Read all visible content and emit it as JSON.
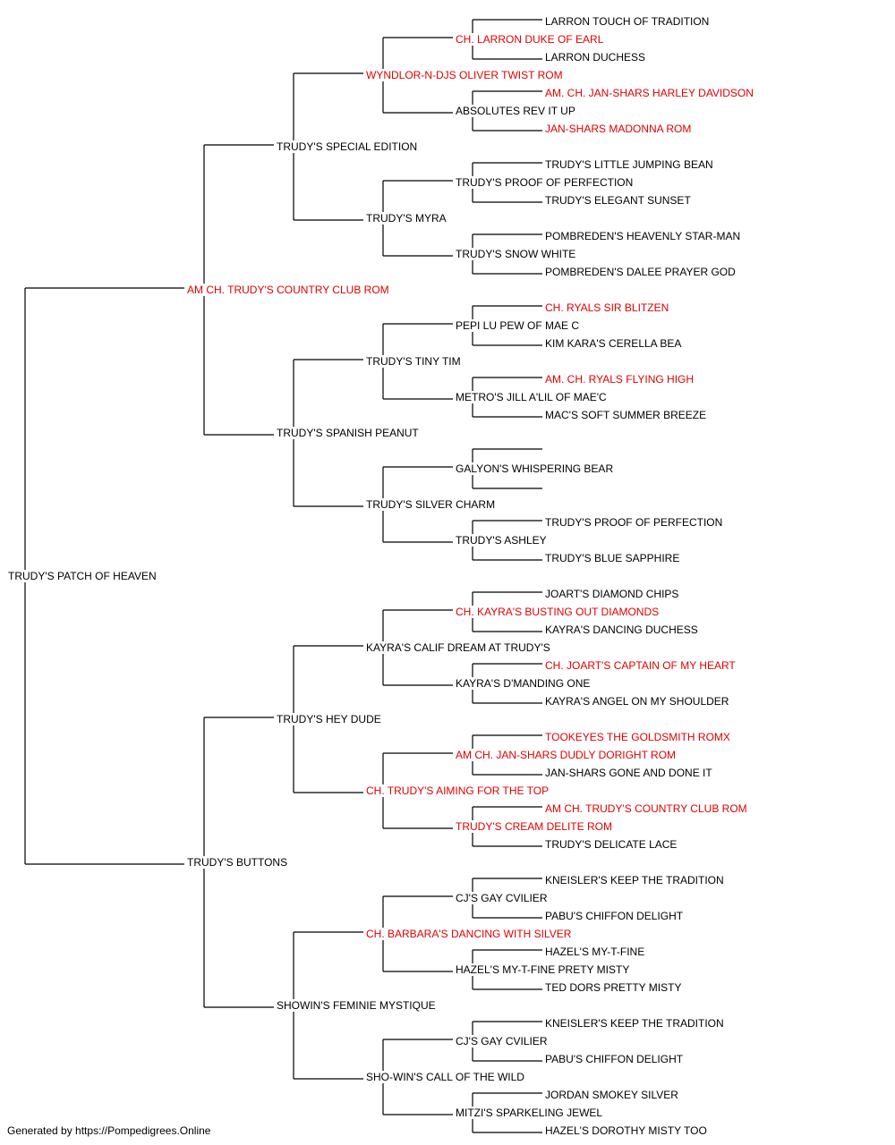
{
  "colors": {
    "champion": "#e00000",
    "normal": "#000000",
    "line": "#000000"
  },
  "footer": "Generated by https://Pompedigrees.Online",
  "pedigree": [
    {
      "name": "TRUDY'S PATCH OF HEAVEN",
      "champion": false
    },
    {
      "name": "AM CH. TRUDY'S COUNTRY CLUB ROM",
      "champion": true
    },
    {
      "name": "TRUDY'S BUTTONS",
      "champion": false
    },
    {
      "name": "TRUDY'S SPECIAL EDITION",
      "champion": false
    },
    {
      "name": "TRUDY'S SPANISH PEANUT",
      "champion": false
    },
    {
      "name": "TRUDY'S HEY DUDE",
      "champion": false
    },
    {
      "name": "SHOWIN'S FEMINIE MYSTIQUE",
      "champion": false
    },
    {
      "name": "WYNDLOR-N-DJS OLIVER TWIST ROM",
      "champion": true
    },
    {
      "name": "TRUDY'S MYRA",
      "champion": false
    },
    {
      "name": "TRUDY'S TINY TIM",
      "champion": false
    },
    {
      "name": "TRUDY'S SILVER CHARM",
      "champion": false
    },
    {
      "name": "KAYRA'S CALIF DREAM AT TRUDY'S",
      "champion": false
    },
    {
      "name": "CH. TRUDY'S AIMING FOR THE TOP",
      "champion": true
    },
    {
      "name": "CH. BARBARA'S DANCING WITH SILVER",
      "champion": true
    },
    {
      "name": "SHO-WIN'S CALL OF THE WILD",
      "champion": false
    },
    {
      "name": "CH. LARRON DUKE OF EARL",
      "champion": true
    },
    {
      "name": "ABSOLUTES REV IT UP",
      "champion": false
    },
    {
      "name": "TRUDY'S PROOF OF PERFECTION",
      "champion": false
    },
    {
      "name": "TRUDY'S SNOW WHITE",
      "champion": false
    },
    {
      "name": "PEPI LU PEW OF MAE C",
      "champion": false
    },
    {
      "name": "METRO'S JILL A'LIL OF MAE'C",
      "champion": false
    },
    {
      "name": "GALYON'S WHISPERING BEAR",
      "champion": false
    },
    {
      "name": "TRUDY'S ASHLEY",
      "champion": false
    },
    {
      "name": "CH. KAYRA'S BUSTING OUT DIAMONDS",
      "champion": true
    },
    {
      "name": "KAYRA'S D'MANDING ONE",
      "champion": false
    },
    {
      "name": "AM CH. JAN-SHARS DUDLY DORIGHT ROM",
      "champion": true
    },
    {
      "name": "TRUDY'S CREAM DELITE ROM",
      "champion": true
    },
    {
      "name": "CJ'S GAY CVILIER",
      "champion": false
    },
    {
      "name": "HAZEL'S MY-T-FINE PRETY MISTY",
      "champion": false
    },
    {
      "name": "CJ'S GAY CVILIER",
      "champion": false
    },
    {
      "name": "MITZI'S SPARKELING JEWEL",
      "champion": false
    },
    {
      "name": "LARRON TOUCH OF TRADITION",
      "champion": false
    },
    {
      "name": "LARRON DUCHESS",
      "champion": false
    },
    {
      "name": "AM. CH. JAN-SHARS HARLEY DAVIDSON",
      "champion": true
    },
    {
      "name": "JAN-SHARS MADONNA ROM",
      "champion": true
    },
    {
      "name": "TRUDY'S LITTLE JUMPING BEAN",
      "champion": false
    },
    {
      "name": "TRUDY'S ELEGANT SUNSET",
      "champion": false
    },
    {
      "name": "POMBREDEN'S HEAVENLY STAR-MAN",
      "champion": false
    },
    {
      "name": "POMBREDEN'S DALEE PRAYER GOD",
      "champion": false
    },
    {
      "name": "CH. RYALS SIR BLITZEN",
      "champion": true
    },
    {
      "name": "KIM KARA'S CERELLA BEA",
      "champion": false
    },
    {
      "name": "AM. CH. RYALS FLYING HIGH",
      "champion": true
    },
    {
      "name": "MAC'S SOFT SUMMER BREEZE",
      "champion": false
    },
    {
      "name": "",
      "champion": false
    },
    {
      "name": "",
      "champion": false
    },
    {
      "name": "TRUDY'S PROOF OF PERFECTION",
      "champion": false
    },
    {
      "name": "TRUDY'S BLUE SAPPHIRE",
      "champion": false
    },
    {
      "name": "JOART'S DIAMOND CHIPS",
      "champion": false
    },
    {
      "name": "KAYRA'S DANCING DUCHESS",
      "champion": false
    },
    {
      "name": "CH. JOART'S CAPTAIN OF MY HEART",
      "champion": true
    },
    {
      "name": "KAYRA'S ANGEL ON MY SHOULDER",
      "champion": false
    },
    {
      "name": "TOOKEYES THE GOLDSMITH ROMX",
      "champion": true
    },
    {
      "name": "JAN-SHARS GONE AND DONE IT",
      "champion": false
    },
    {
      "name": "AM CH. TRUDY'S COUNTRY CLUB ROM",
      "champion": true
    },
    {
      "name": "TRUDY'S DELICATE LACE",
      "champion": false
    },
    {
      "name": "KNEISLER'S KEEP THE TRADITION",
      "champion": false
    },
    {
      "name": "PABU'S CHIFFON DELIGHT",
      "champion": false
    },
    {
      "name": "HAZEL'S MY-T-FINE",
      "champion": false
    },
    {
      "name": "TED DORS PRETTY MISTY",
      "champion": false
    },
    {
      "name": "KNEISLER'S KEEP THE TRADITION",
      "champion": false
    },
    {
      "name": "PABU'S CHIFFON DELIGHT",
      "champion": false
    },
    {
      "name": "JORDAN SMOKEY SILVER",
      "champion": false
    },
    {
      "name": "HAZEL'S DOROTHY MISTY TOO",
      "champion": false
    }
  ]
}
